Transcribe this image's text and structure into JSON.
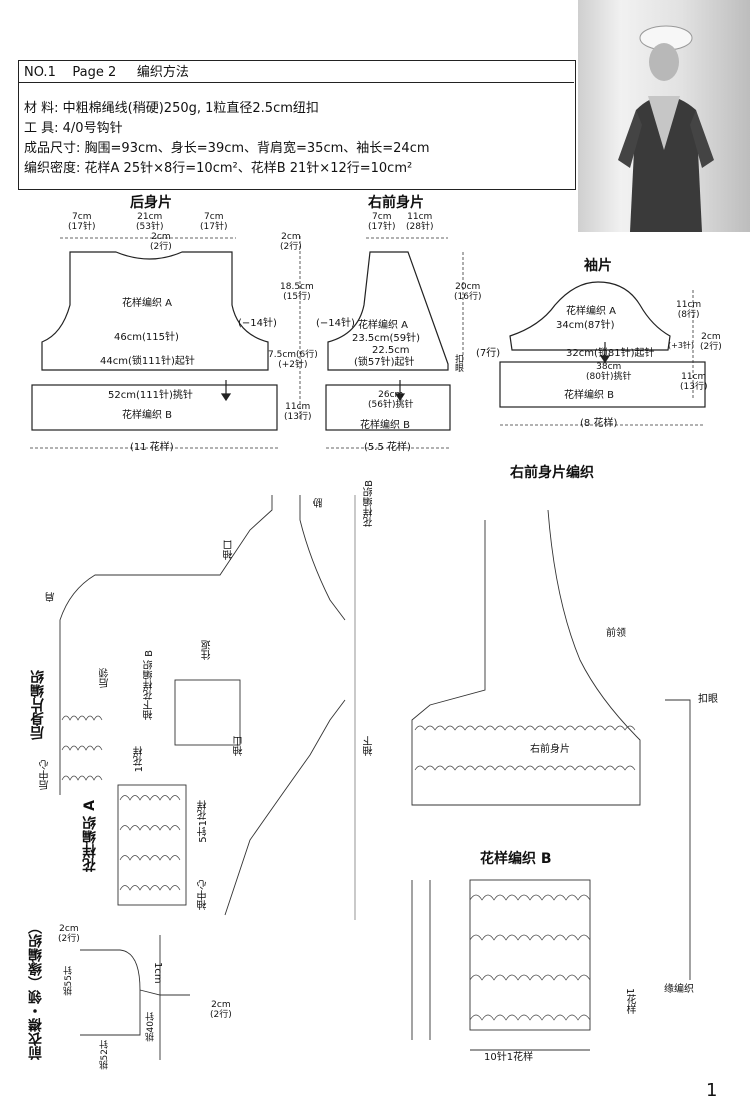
{
  "header": {
    "no": "NO.1",
    "page": "Page 2",
    "method": "编织方法",
    "material_label": "材 料:",
    "material_value": "中粗棉绳线(稍硬)250g, 1粒直径2.5cm纽扣",
    "tool_label": "工 具:",
    "tool_value": "4/0号钩针",
    "size_label": "成品尺寸:",
    "size_value": "胸围=93cm、身长=39cm、背肩宽=35cm、袖长=24cm",
    "density_label": "编织密度:",
    "density_value": "花样A 25针×8行=10cm²、花样B 21针×12行=10cm²"
  },
  "back": {
    "title": "后身片",
    "shoulder": "7cm",
    "shoulder_st": "(17针)",
    "neck": "21cm",
    "neck_st": "(53针)",
    "neck_depth": "2cm",
    "neck_depth_row": "(2行)",
    "shoulder_r": "7cm",
    "shoulder_r_st": "(17针)",
    "pattern_a": "花样编织 A",
    "width46": "46cm(115针)",
    "minus14_l": "(−14针)",
    "base44": "44cm(锁111针)起针",
    "base52": "52cm(111针)挑针",
    "pattern_b": "花样编织 B",
    "repeats": "(11 花样)"
  },
  "center_dims": {
    "d2cm": "2cm",
    "d2row": "(2行)",
    "d185": "18.5cm",
    "d15row": "(15行)",
    "minus14": "(−14针)",
    "d75": "7.5cm(6行)",
    "plus2": "(+2针)",
    "d11": "11cm",
    "d13row": "(13行)"
  },
  "front": {
    "title": "右前身片",
    "shoulder": "7cm",
    "shoulder_st": "(17针)",
    "neck": "11cm",
    "neck_st": "(28针)",
    "minus14": "(−14针)",
    "pattern_a": "花样编织 A",
    "w235": "23.5cm(59针)",
    "w225": "22.5cm",
    "base57": "(锁57针)起针",
    "d20": "20cm",
    "d16row": "(16行)",
    "d7row": "(7行)",
    "buttonhole": "扣眼",
    "w26": "26cm",
    "pick56": "(56针)挑针",
    "pattern_b": "花样编织 B",
    "repeats": "(5.5 花样)"
  },
  "sleeve": {
    "title": "袖片",
    "pattern_a": "花样编织 A",
    "w34": "34cm(87针)",
    "base32": "32cm(锁81针)起针",
    "w38": "38cm",
    "pick80": "(80针)挑针",
    "pattern_b": "花样编织 B",
    "repeats": "(8 花样)",
    "d11a": "11cm",
    "d8row": "(8行)",
    "d2": "2cm",
    "d2row": "(2行)",
    "plus3": "(+3针)",
    "d11b": "11cm",
    "d13row": "(13行)"
  },
  "charts": {
    "back_title": "后身片编织",
    "pattern_a_title": "花样编织 A",
    "back_center": "后中心",
    "back_neck": "后领",
    "shoulder": "肩",
    "armhole": "袖口",
    "side": "胁",
    "pattern_b_side": "花样编织B",
    "sleeve_underarm": "袖下花样编织 B",
    "back_forth": "往返",
    "one_pattern": "1花样",
    "five_st": "5针1花样",
    "sleeve_cap": "袖山",
    "sleeve_bottom": "袖下",
    "sleeve_center": "袖中心",
    "front_chart_title": "右前身片编织",
    "front_neck": "前领",
    "buttonhole": "扣眼",
    "right_front": "右前身片",
    "pattern_b_title": "花样编织 B",
    "ten_st": "10针1花样",
    "one_pat_v": "1花样",
    "edging": "缘编织",
    "placket_title": "前衣襟・领（缘编织）",
    "pl_2cm": "2cm",
    "pl_2row": "(2行)",
    "pl_55": "挑55针",
    "pl_1cm": "1cm",
    "pl_40": "挑40针",
    "pl_2cm_b": "2cm",
    "pl_2row_b": "(2行)",
    "pl_52": "挑52针"
  },
  "page_number": "1"
}
